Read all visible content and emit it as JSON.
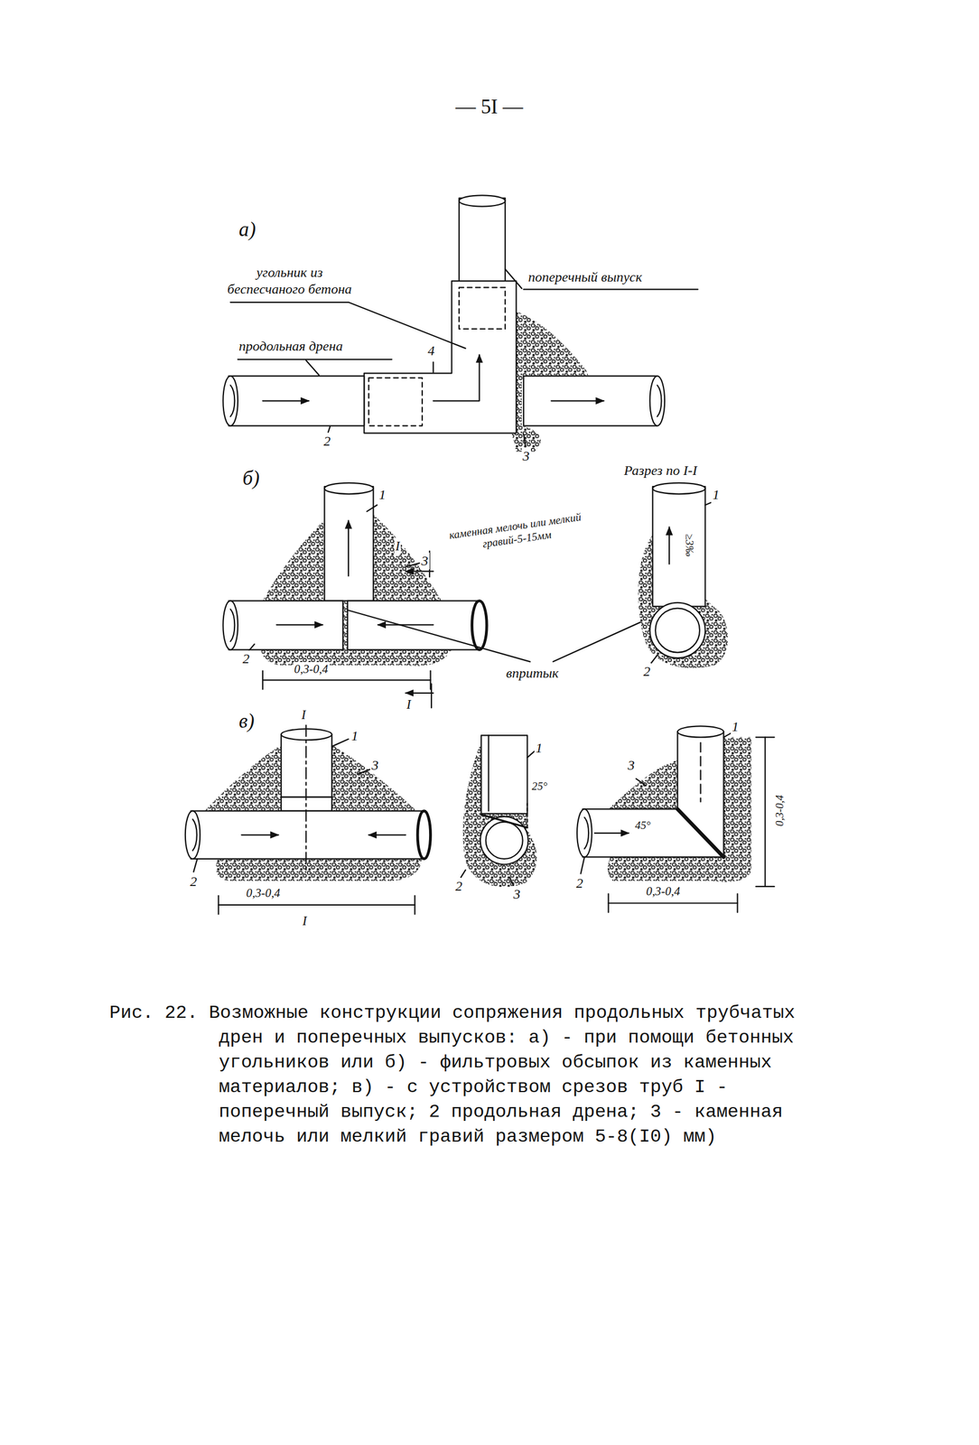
{
  "diagram": {
    "caption": "Рис. 22. Возможные конструкции сопряжения продольных трубчатых дрен и поперечных выпусков: а) - при помощи бетонных угольников или б) - фильтровых обсыпок из каменных материалов; в) - с устройством срезов труб I - поперечный выпуск; 2 продольная дрена; 3 - каменная мелочь или мелкий гравий размером 5-8(I0) мм)",
    "labels": [
      "— 5I —",
      "а)",
      "угольник из беспесчаного бетона",
      "поперечный выпуск",
      "продольная дрена",
      "4",
      "2",
      "3",
      "б)",
      "Разрез по I-I",
      "1",
      "I",
      "каменная мелочь или мелкий гравий-5-15мм",
      "3",
      "1",
      "≥3‰",
      "2",
      "0,3-0,4",
      "I",
      "впритык",
      "2",
      "в)",
      "I",
      "1",
      "3",
      "2",
      "0,3-0,4",
      "I",
      "1",
      "25°",
      "2",
      "3",
      "1",
      "3",
      "45°",
      "0,3-0,4",
      "0,3-0,4",
      "2"
    ]
  }
}
